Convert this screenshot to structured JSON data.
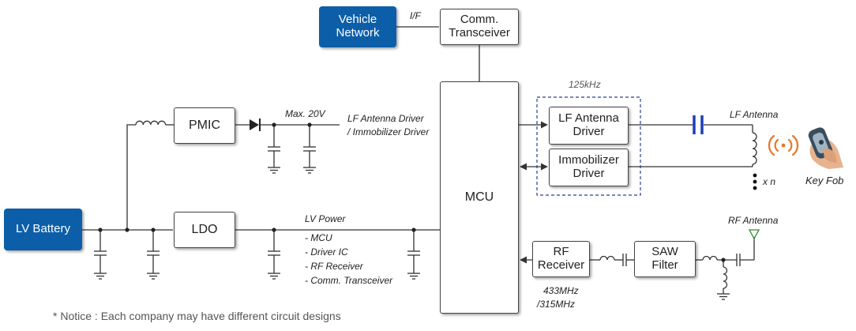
{
  "blocks": {
    "vehicle_network": "Vehicle\nNetwork",
    "comm_transceiver": "Comm.\nTransceiver",
    "pmic": "PMIC",
    "ldo": "LDO",
    "lv_battery": "LV Battery",
    "mcu": "MCU",
    "lf_antenna_driver": "LF Antenna\nDriver",
    "immobilizer_driver": "Immobilizer\nDriver",
    "rf_receiver": "RF\nReceiver",
    "saw_filter": "SAW\nFilter"
  },
  "labels": {
    "if_label": "I/F",
    "max_voltage": "Max. 20V",
    "lf_driver_line1": "LF Antenna Driver",
    "lf_driver_line2": "/ Immobilizer Driver",
    "freq_125": "125kHz",
    "lf_antenna": "LF Antenna",
    "rf_antenna": "RF Antenna",
    "xn": "x n",
    "key_fob": "Key Fob",
    "lv_power": "LV Power",
    "lv_power_items": [
      "- MCU",
      "- Driver IC",
      "- RF Receiver",
      "- Comm. Transceiver"
    ],
    "freq_433": "433MHz",
    "freq_315": "/315MHz"
  },
  "notice": "* Notice :  Each company may have different circuit designs",
  "colors": {
    "block_blue": "#0d5ea8",
    "line": "#333333",
    "capacitor_blue": "#1a3fb8",
    "signal_orange": "#e8762b",
    "dashed_border": "#2a3f8f",
    "antenna_green": "#2e8b2e"
  }
}
